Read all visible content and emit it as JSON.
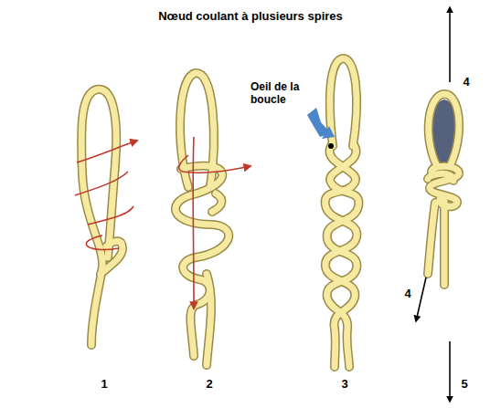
{
  "diagram": {
    "title": "Nœud coulant à plusieurs spires",
    "labels": [
      "Oeil de la boucle",
      "1",
      "2",
      "3",
      "4",
      "4",
      "5"
    ]
  }
}
